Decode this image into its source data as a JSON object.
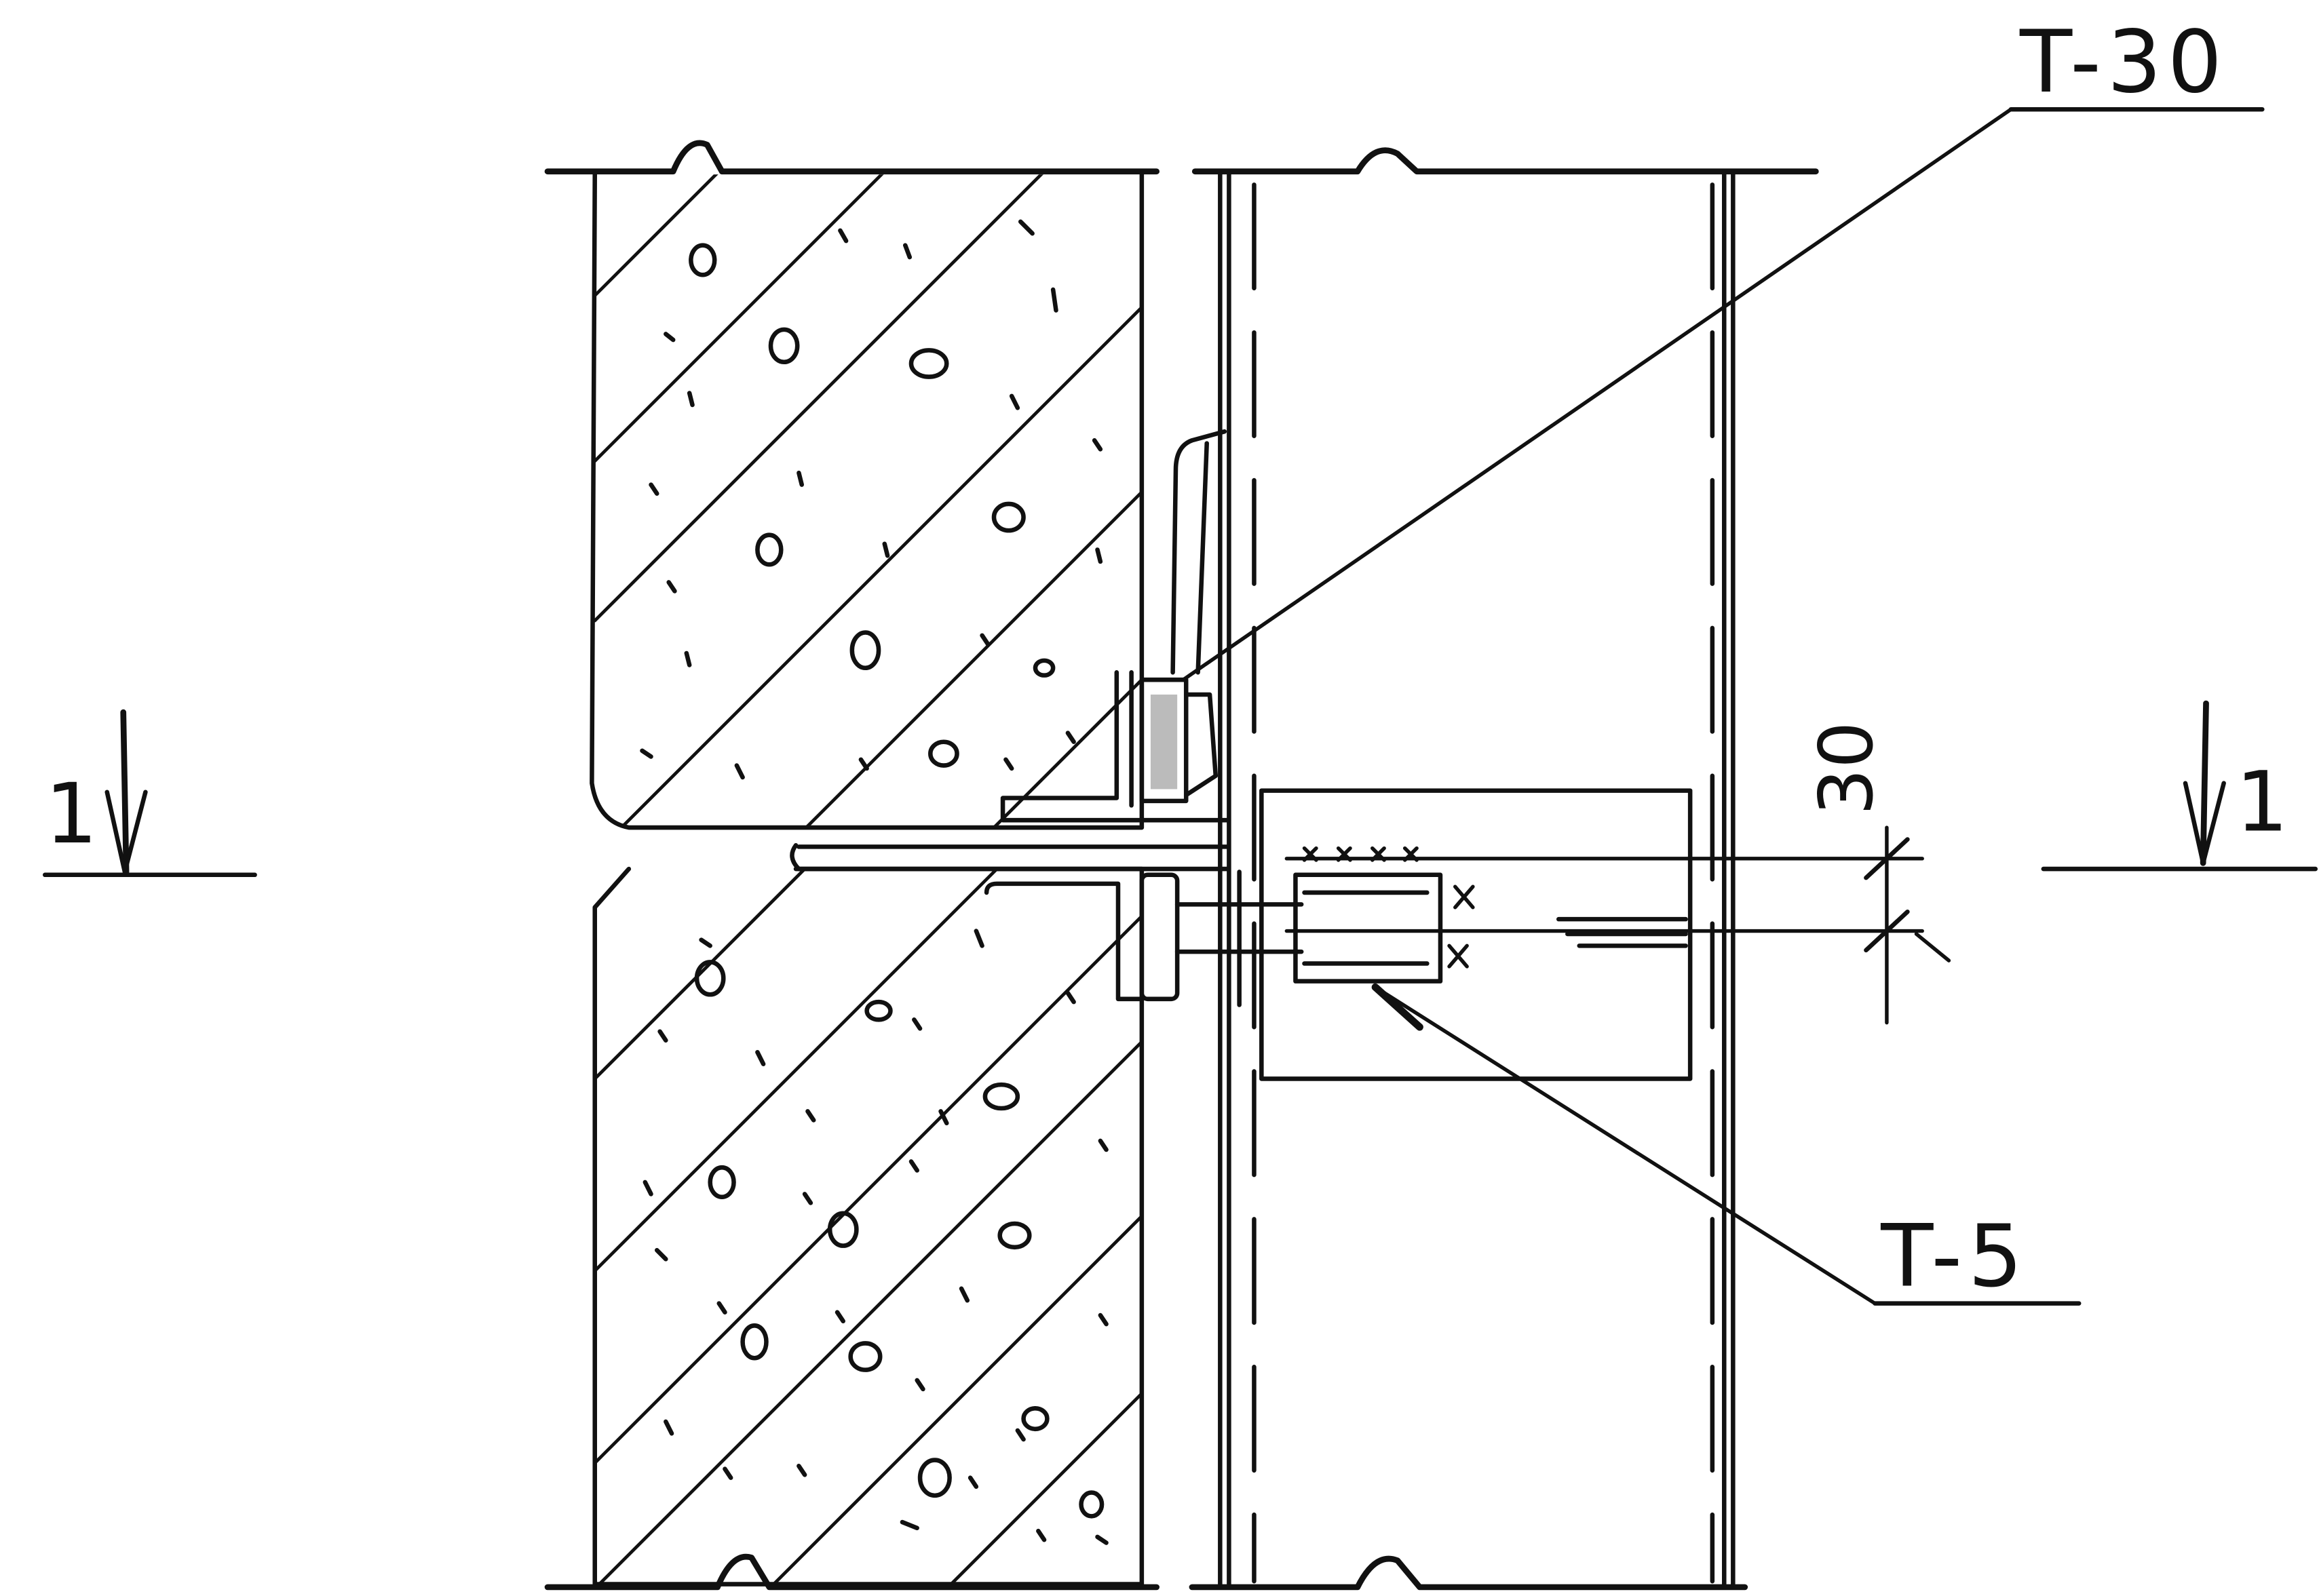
{
  "callouts": {
    "top_label": "T-30",
    "bottom_label": "T-5"
  },
  "dimension": {
    "value": "30"
  },
  "section_marks": {
    "left": "1",
    "right": "1"
  },
  "colors": {
    "ink": "#111111",
    "paper": "#ffffff"
  }
}
